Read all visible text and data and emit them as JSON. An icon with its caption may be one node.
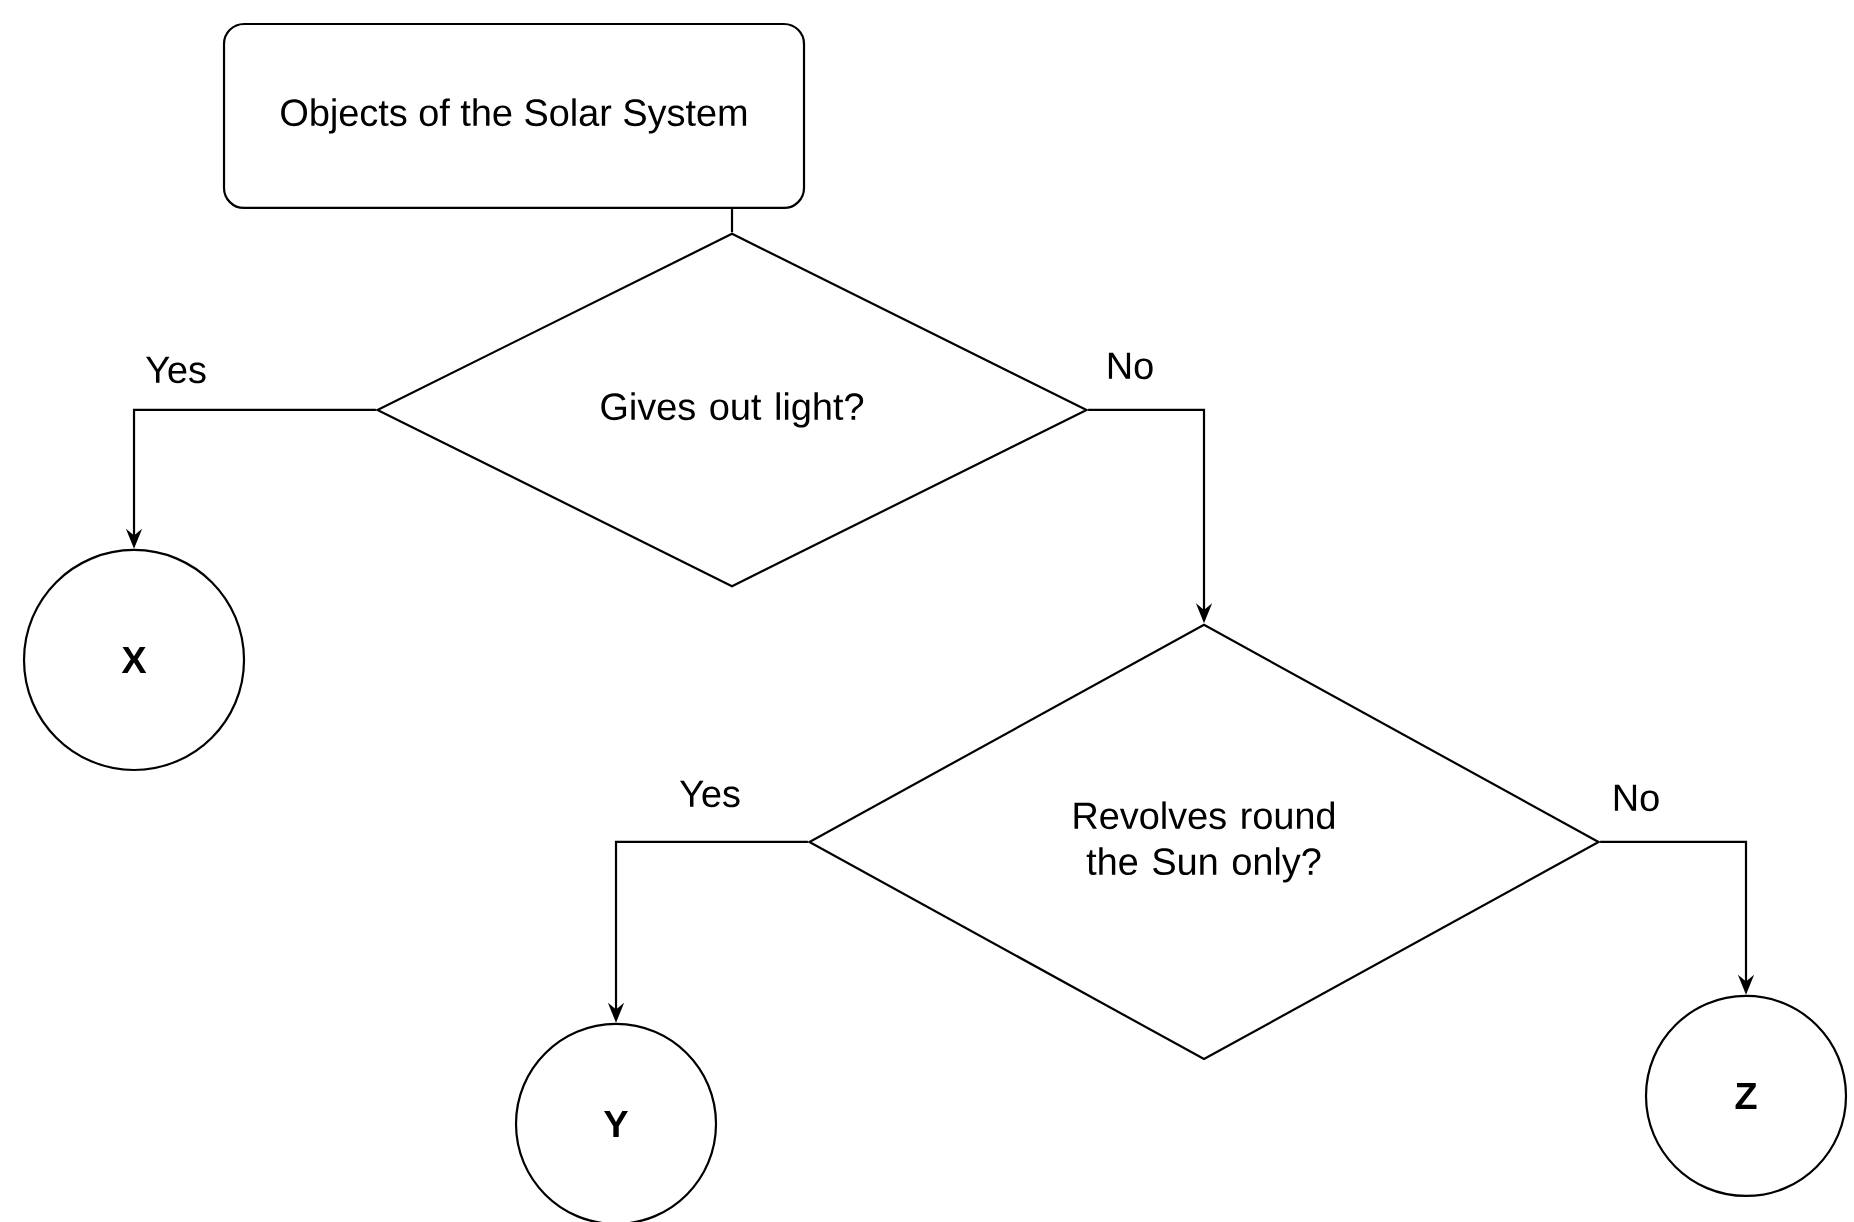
{
  "diagram": {
    "nodes": [
      {
        "text": [
          "Objects of the Solar System"
        ]
      },
      {
        "text": [
          "Gives out light?"
        ]
      },
      {
        "text": [
          "X"
        ]
      },
      {
        "text": [
          "Revolves round the Sun only?"
        ]
      },
      {
        "text": [
          "Y"
        ]
      },
      {
        "text": [
          "Z"
        ]
      }
    ],
    "edges": [
      {
        "from": 0,
        "to": 1,
        "arrow": "none"
      },
      {
        "from": 1,
        "to": 2,
        "arrow": "to",
        "label": "Yes"
      },
      {
        "from": 1,
        "to": 3,
        "arrow": "to",
        "label": "No"
      },
      {
        "from": 3,
        "to": 4,
        "arrow": "to",
        "label": "Yes"
      },
      {
        "from": 3,
        "to": 5,
        "arrow": "to",
        "label": "No"
      }
    ]
  }
}
